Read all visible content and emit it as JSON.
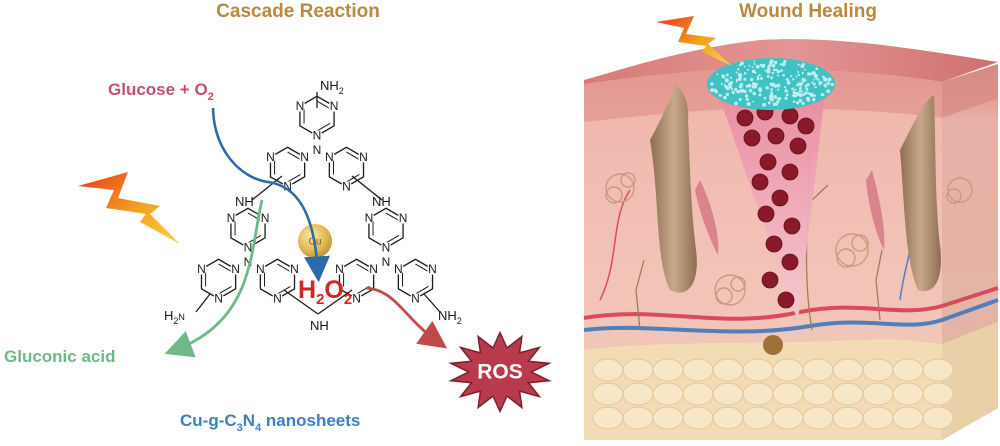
{
  "titles": {
    "left": "Cascade Reaction",
    "right": "Wound Healing"
  },
  "labels": {
    "glucose": "Glucose + O",
    "glucose_sub": "2",
    "gluconic": "Gluconic acid",
    "h2o2_h": "H",
    "h2o2_2a": "2",
    "h2o2_o": "O",
    "h2o2_2b": "2",
    "ros": "ROS",
    "cu": "Cu",
    "nanosheets_pre": "Cu-g-C",
    "nanosheets_sub1": "3",
    "nanosheets_n": "N",
    "nanosheets_sub2": "4",
    "nanosheets_post": " nanosheets"
  },
  "atoms": {
    "N": "N",
    "NH": "NH",
    "NH2_N": "NH",
    "NH2_sub": "2",
    "H2N_H": "H",
    "H2N_sub": "2",
    "H2N_N": "N"
  },
  "colors": {
    "title": "#b8893e",
    "glucose": "#c0506e",
    "gluconic": "#6fb88a",
    "h2o2": "#d42424",
    "nanosheets": "#3b7fc4",
    "ros_fill": "#b83a4c",
    "cu": "#e3bb55"
  }
}
